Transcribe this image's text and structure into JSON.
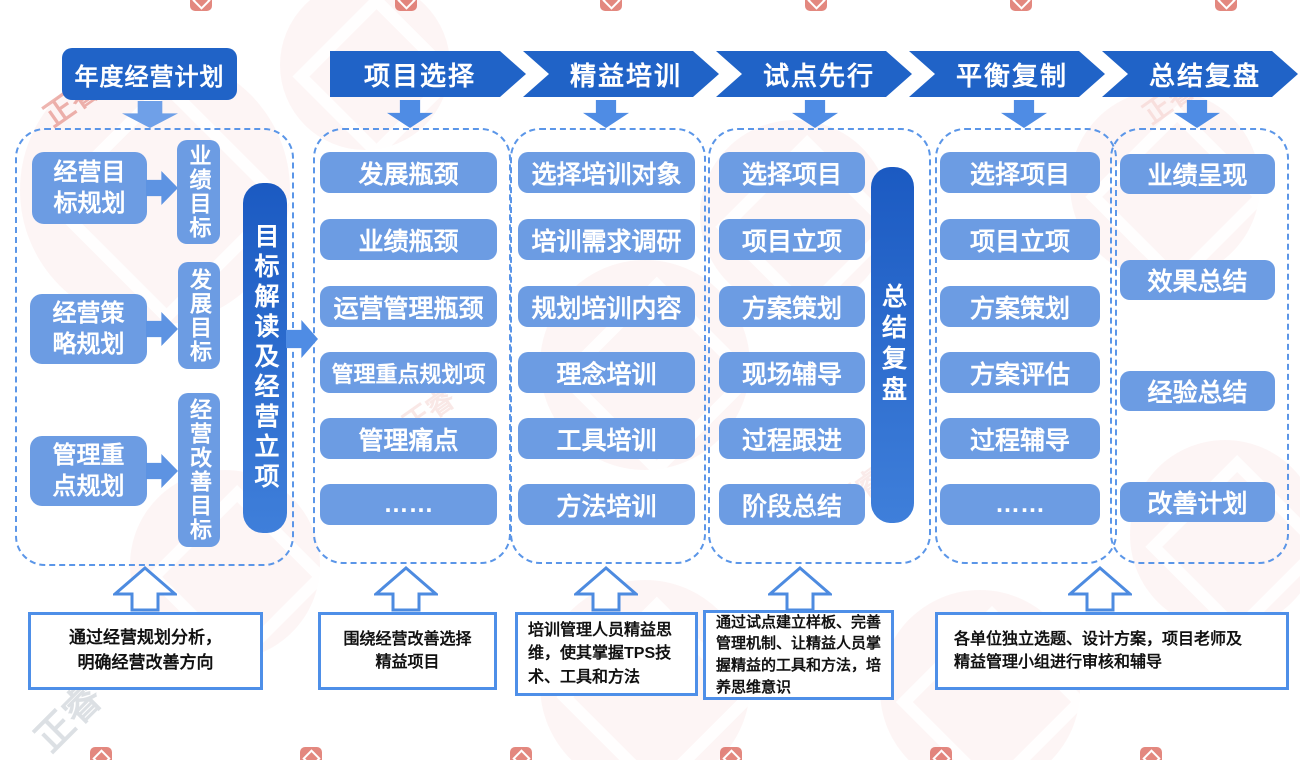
{
  "colors": {
    "banner_blue": "#2063c7",
    "item_blue": "#6c9ce3",
    "bar_gradient_top": "#1b5ac2",
    "bar_gradient_bottom": "#3f7fda",
    "dashed_border": "#5b96e8",
    "arrow_blue": "#4f8ce4",
    "note_border": "#4e8fe8",
    "watermark_red": "#d5493c"
  },
  "annual_plan": {
    "label": "年度经营计划"
  },
  "col1": {
    "rows": [
      {
        "left": "经营目\n标规划",
        "right": "业绩目标"
      },
      {
        "left": "经营策\n略规划",
        "right": "发展目标"
      },
      {
        "left": "管理重\n点规划",
        "right": "经营改善目标"
      }
    ],
    "bar": "目标解读及经营立项",
    "note": "通过经营规划分析，\n明确经营改善方向"
  },
  "stages": [
    {
      "banner": "项目选择",
      "items": [
        "发展瓶颈",
        "业绩瓶颈",
        "运营管理瓶颈",
        "管理重点规划项",
        "管理痛点",
        "……"
      ],
      "note": "围绕经营改善选择\n精益项目"
    },
    {
      "banner": "精益培训",
      "items": [
        "选择培训对象",
        "培训需求调研",
        "规划培训内容",
        "理念培训",
        "工具培训",
        "方法培训"
      ],
      "note": "培训管理人员精益思\n维，使其掌握TPS技\n术、工具和方法"
    },
    {
      "banner": "试点先行",
      "items": [
        "选择项目",
        "项目立项",
        "方案策划",
        "现场辅导",
        "过程跟进",
        "阶段总结"
      ],
      "bar": "总结复盘",
      "note": "通过试点建立样板、完善\n管理机制、让精益人员掌\n握精益的工具和方法，培\n养思维意识"
    },
    {
      "banner": "平衡复制",
      "items": [
        "选择项目",
        "项目立项",
        "方案策划",
        "方案评估",
        "过程辅导",
        "……"
      ],
      "note": "各单位独立选题、设计方案，项目老师及\n精益管理小组进行审核和辅导"
    },
    {
      "banner": "总结复盘",
      "items": [
        "业绩呈现",
        "效果总结",
        "经验总结",
        "改善计划"
      ]
    }
  ],
  "watermark": {
    "text": "正睿"
  }
}
